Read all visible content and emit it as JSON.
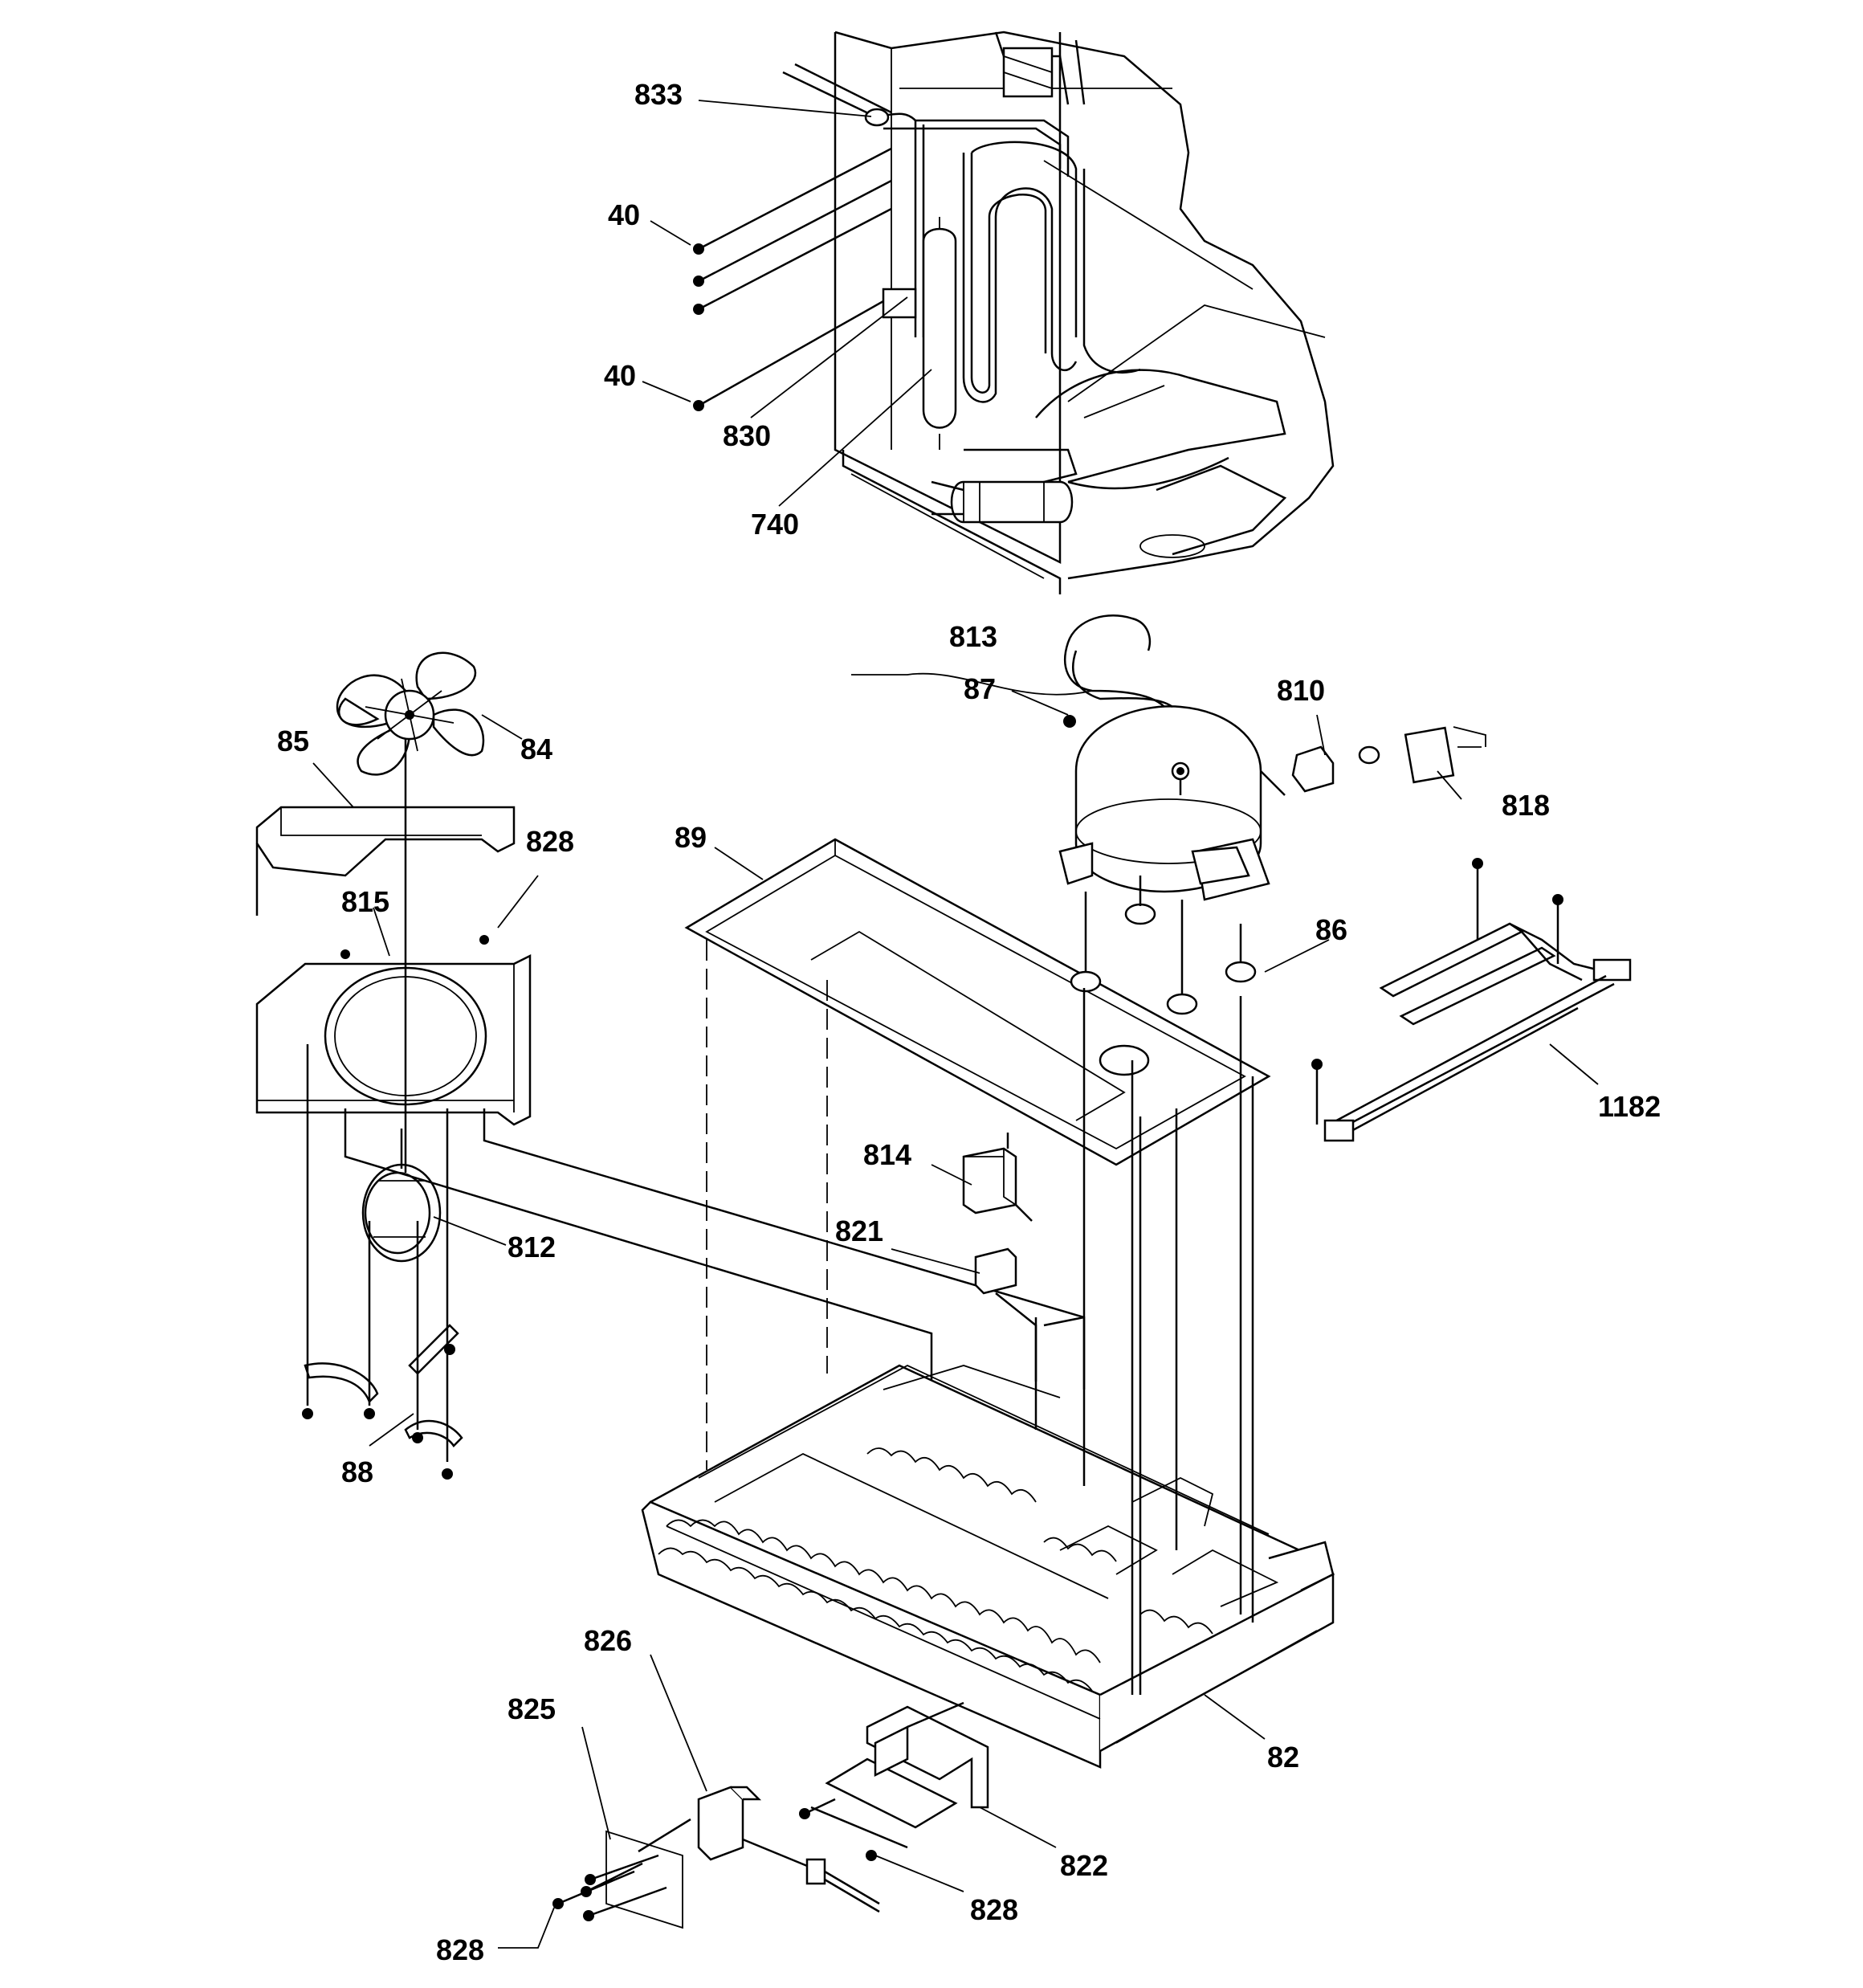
{
  "diagram": {
    "title": "",
    "callouts": [
      {
        "id": "833",
        "text": "833"
      },
      {
        "id": "40a",
        "text": "40"
      },
      {
        "id": "40b",
        "text": "40"
      },
      {
        "id": "830",
        "text": "830"
      },
      {
        "id": "740",
        "text": "740"
      },
      {
        "id": "813",
        "text": "813"
      },
      {
        "id": "87",
        "text": "87"
      },
      {
        "id": "810",
        "text": "810"
      },
      {
        "id": "818",
        "text": "818"
      },
      {
        "id": "84",
        "text": "84"
      },
      {
        "id": "85",
        "text": "85"
      },
      {
        "id": "828a",
        "text": "828"
      },
      {
        "id": "815",
        "text": "815"
      },
      {
        "id": "89",
        "text": "89"
      },
      {
        "id": "86",
        "text": "86"
      },
      {
        "id": "1182",
        "text": "1182"
      },
      {
        "id": "814",
        "text": "814"
      },
      {
        "id": "821",
        "text": "821"
      },
      {
        "id": "812",
        "text": "812"
      },
      {
        "id": "88",
        "text": "88"
      },
      {
        "id": "826",
        "text": "826"
      },
      {
        "id": "825",
        "text": "825"
      },
      {
        "id": "82",
        "text": "82"
      },
      {
        "id": "822",
        "text": "822"
      },
      {
        "id": "828b",
        "text": "828"
      },
      {
        "id": "828c",
        "text": "828"
      }
    ]
  }
}
